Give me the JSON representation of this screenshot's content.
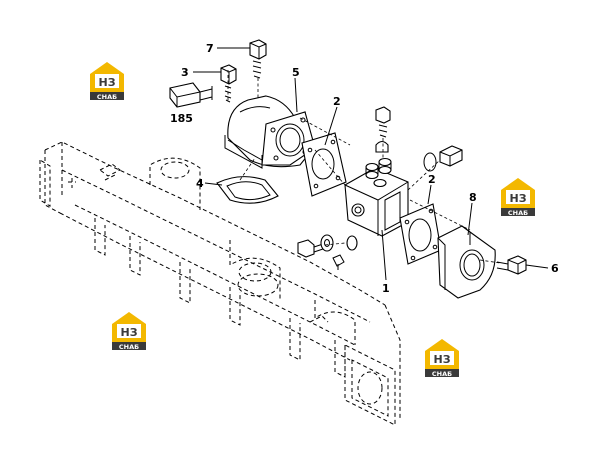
{
  "diagram": {
    "callouts": [
      {
        "id": "c7",
        "text": "7"
      },
      {
        "id": "c3",
        "text": "3"
      },
      {
        "id": "c185",
        "text": "185"
      },
      {
        "id": "c5",
        "text": "5"
      },
      {
        "id": "c2a",
        "text": "2"
      },
      {
        "id": "c4",
        "text": "4"
      },
      {
        "id": "c2b",
        "text": "2"
      },
      {
        "id": "c8",
        "text": "8"
      },
      {
        "id": "c1",
        "text": "1"
      },
      {
        "id": "c6",
        "text": "6"
      }
    ]
  },
  "watermark": {
    "logo_letters": "НЗ",
    "logo_word": "СНАБ",
    "colors": {
      "yellow": "#f3b800",
      "dark": "#3a3a3a",
      "white": "#ffffff"
    }
  }
}
